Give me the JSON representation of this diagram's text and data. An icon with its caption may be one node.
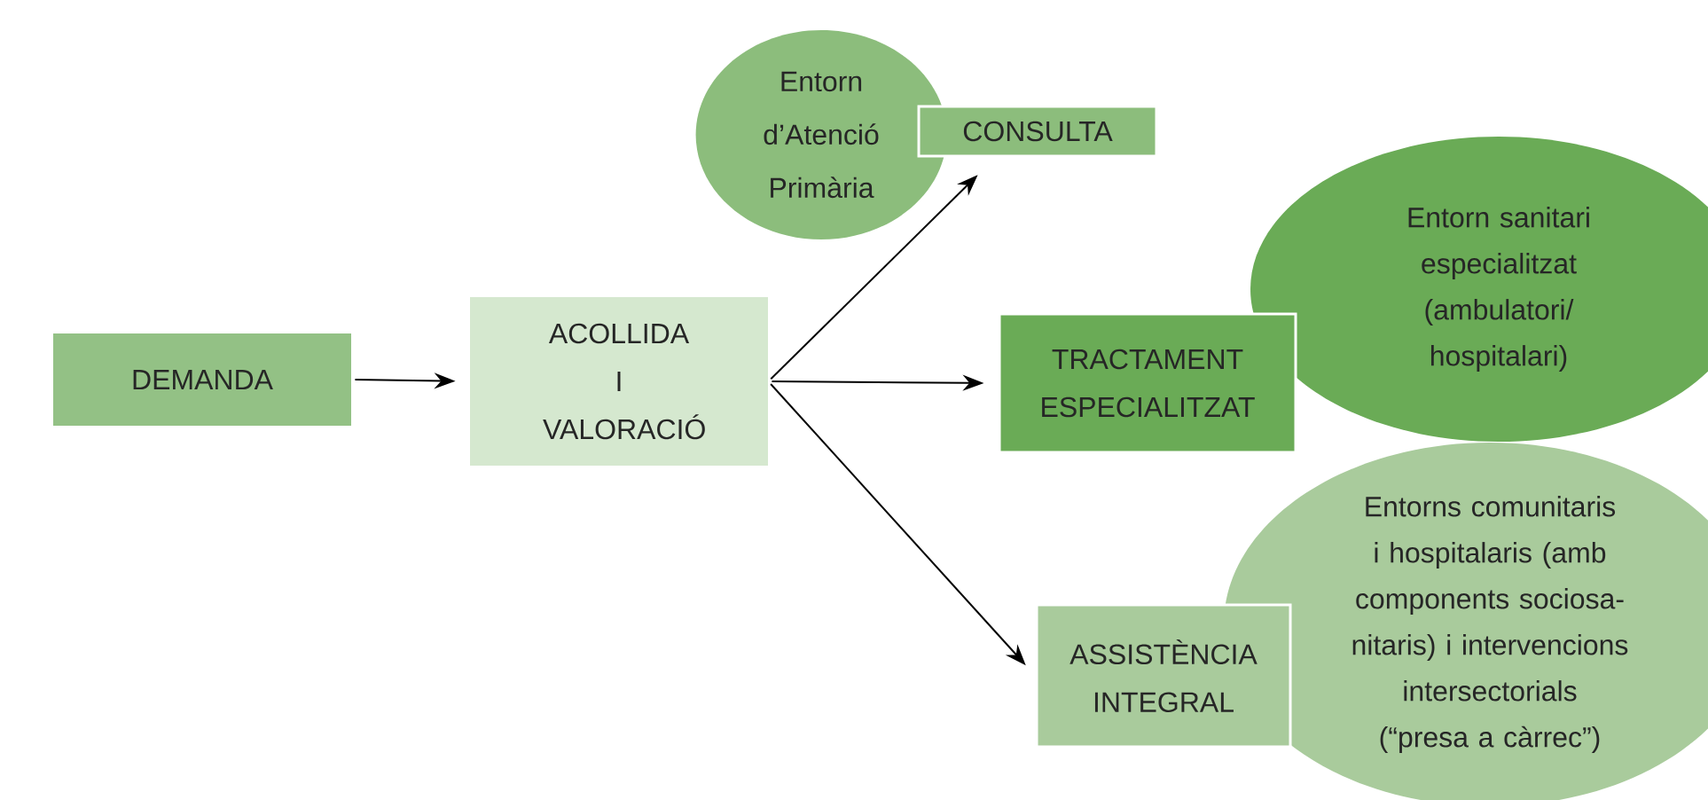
{
  "diagram": {
    "nodes": [
      {
        "text": [
          "DEMANDA"
        ]
      },
      {
        "text": [
          "ACOLLIDA I VALORACIÓ"
        ]
      },
      {
        "text": [
          "Entorn d’Atenció Primària"
        ]
      },
      {
        "text": [
          "CONSULTA"
        ]
      },
      {
        "text": [
          "Entorn sanitari especialitzat (ambulatori/ hospitalari)"
        ]
      },
      {
        "text": [
          "TRACTAMENT ESPECIALITZAT"
        ]
      },
      {
        "text": [
          "Entorns comunitaris i hospitalaris (amb components sociosa- nitaris) i intervencions intersectorials (“presa a càrrec”)"
        ]
      },
      {
        "text": [
          "ASSISTÈNCIA INTEGRAL"
        ]
      }
    ],
    "edges": [
      {
        "from": 0,
        "to": 1,
        "arrow": "to"
      },
      {
        "from": 1,
        "to": 3,
        "arrow": "to"
      },
      {
        "from": 1,
        "to": 5,
        "arrow": "to"
      },
      {
        "from": 1,
        "to": 7,
        "arrow": "to"
      }
    ]
  }
}
